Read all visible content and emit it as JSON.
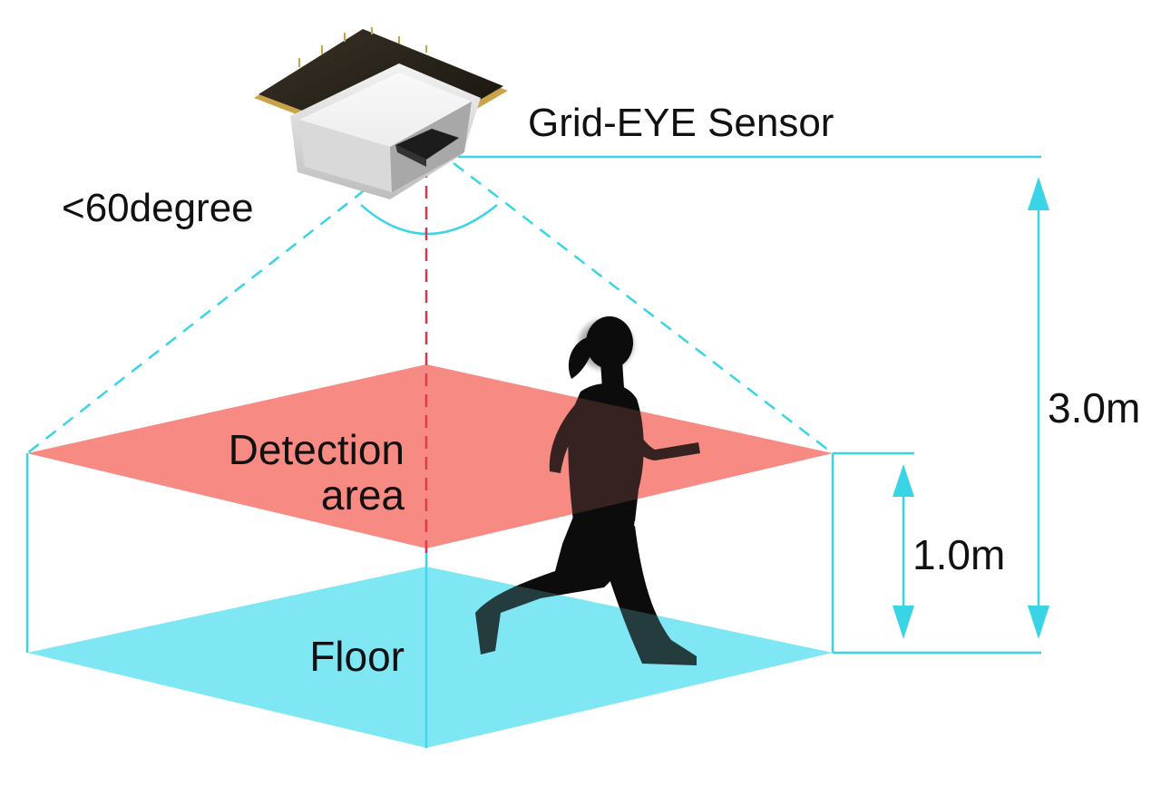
{
  "labels": {
    "sensor_name": "Grid-EYE Sensor",
    "angle": "<60degree",
    "detection_line1": "Detection",
    "detection_line2": "area",
    "floor": "Floor",
    "sensor_height": "3.0m",
    "detection_height": "1.0m"
  },
  "colors": {
    "detection_plane": "#f88a84",
    "floor_plane": "#7fe6f4",
    "guide_lines": "#39d4e6",
    "center_line": "#d8354a",
    "silhouette": "#0c0c0c",
    "text": "#111111"
  },
  "icons": {
    "sensor": "grid-eye-sensor-module",
    "person": "walking-person-silhouette"
  }
}
